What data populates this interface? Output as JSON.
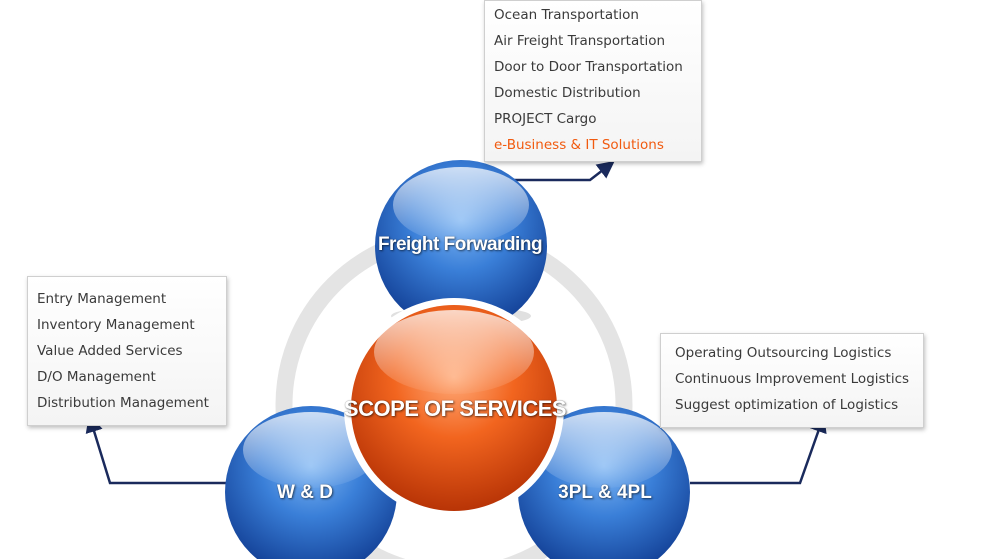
{
  "center": {
    "label": "SCOPE OF SERVICES"
  },
  "nodes": {
    "freight": {
      "label": "Freight Forwarding"
    },
    "wd": {
      "label": "W & D"
    },
    "tpl": {
      "label": "3PL & 4PL"
    }
  },
  "freight_services": [
    "Ocean Transportation",
    "Air Freight Transportation",
    "Door to Door Transportation",
    "Domestic Distribution",
    "PROJECT Cargo",
    "e-Business & IT Solutions"
  ],
  "wd_services": [
    "Entry Management",
    "Inventory Management",
    "Value Added Services",
    "D/O Management",
    "Distribution Management"
  ],
  "tpl_services": [
    "Operating Outsourcing Logistics",
    "Continuous Improvement Logistics",
    "Suggest optimization of Logistics"
  ],
  "colors": {
    "blue_sphere": "#2f6fc9",
    "orange_sphere": "#f0571a",
    "ring": "#e4e4e4",
    "connector": "#1a2a5c",
    "highlight_text": "#f15a0f"
  }
}
